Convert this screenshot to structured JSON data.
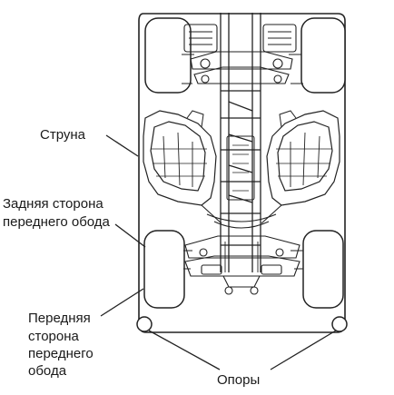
{
  "labels": {
    "string": "Струна",
    "rear_side_front_rim": [
      "Задняя сторона",
      "переднего обода"
    ],
    "front_side_front_rim": [
      "Передняя",
      "сторона",
      "переднего",
      "обода"
    ],
    "supports": "Опоры"
  },
  "colors": {
    "ink": "#1a1a1a",
    "line": "#222222",
    "background": "#ffffff"
  }
}
